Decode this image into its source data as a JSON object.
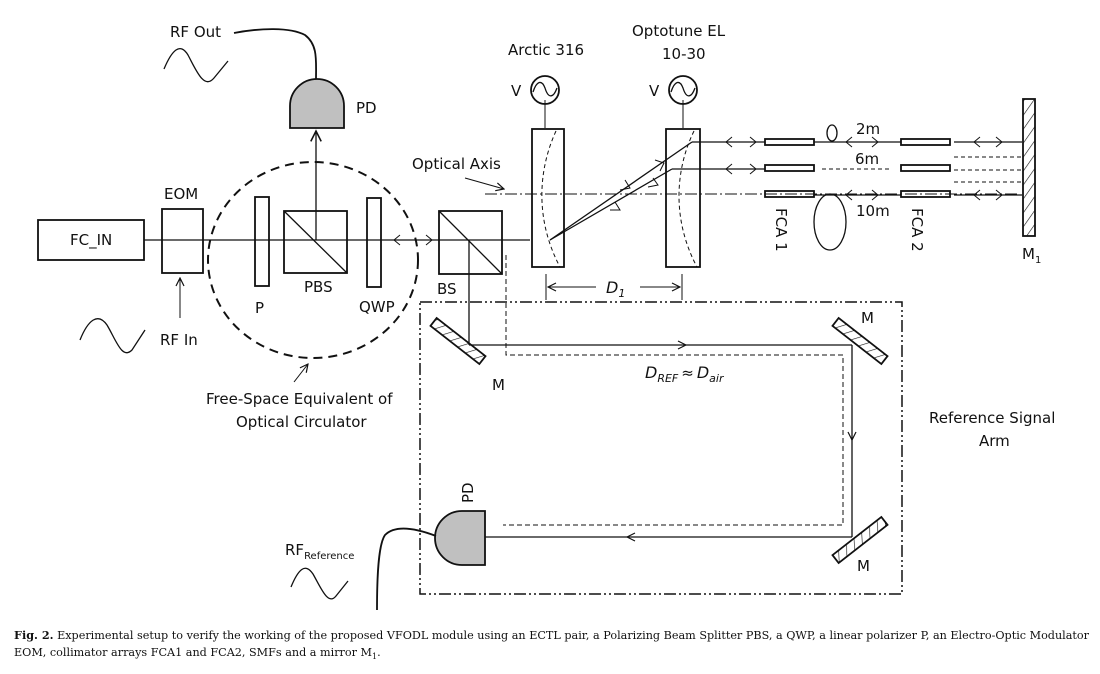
{
  "figure": {
    "labels": {
      "rf_out": "RF Out",
      "pd_top": "PD",
      "eom": "EOM",
      "fc_in": "FC_IN",
      "rf_in": "RF In",
      "polarizer": "P",
      "pbs": "PBS",
      "qwp": "QWP",
      "bs": "BS",
      "optical_axis": "Optical Axis",
      "arctic": "Arctic 316",
      "optotune_line1": "Optotune EL",
      "optotune_line2": "10-30",
      "voltage_1": "V",
      "voltage_2": "V",
      "d1": "D",
      "d1_sub": "1",
      "fiber_2m": "2m",
      "fiber_6m": "6m",
      "fiber_10m": "10m",
      "fca1": "FCA 1",
      "fca2": "FCA 2",
      "mirror_m1": "M",
      "mirror_m1_sub": "1",
      "mirror_m_a": "M",
      "mirror_m_b": "M",
      "mirror_m_c": "M",
      "dref": "D",
      "dref_sub": "REF",
      "approx": "≈",
      "dair": "D",
      "dair_sub": "air",
      "circulator_line1": "Free-Space Equivalent of",
      "circulator_line2": "Optical Circulator",
      "ref_arm_line1": "Reference Signal",
      "ref_arm_line2": "Arm",
      "pd_ref": "PD",
      "rf_reference": "RF",
      "rf_reference_sub": "Reference"
    },
    "colors": {
      "line": "#111111",
      "detector_fill": "#c0c0c0"
    }
  },
  "caption": {
    "prefix": "Fig. 2.",
    "text": " Experimental setup to verify the working of the proposed VFODL module using an ECTL pair, a Polarizing Beam Splitter PBS, a QWP, a linear polarizer P, an Electro-Optic Modulator EOM, collimator arrays FCA1 and FCA2, SMFs and a mirror M",
    "text_sub": "1",
    "suffix": "."
  }
}
